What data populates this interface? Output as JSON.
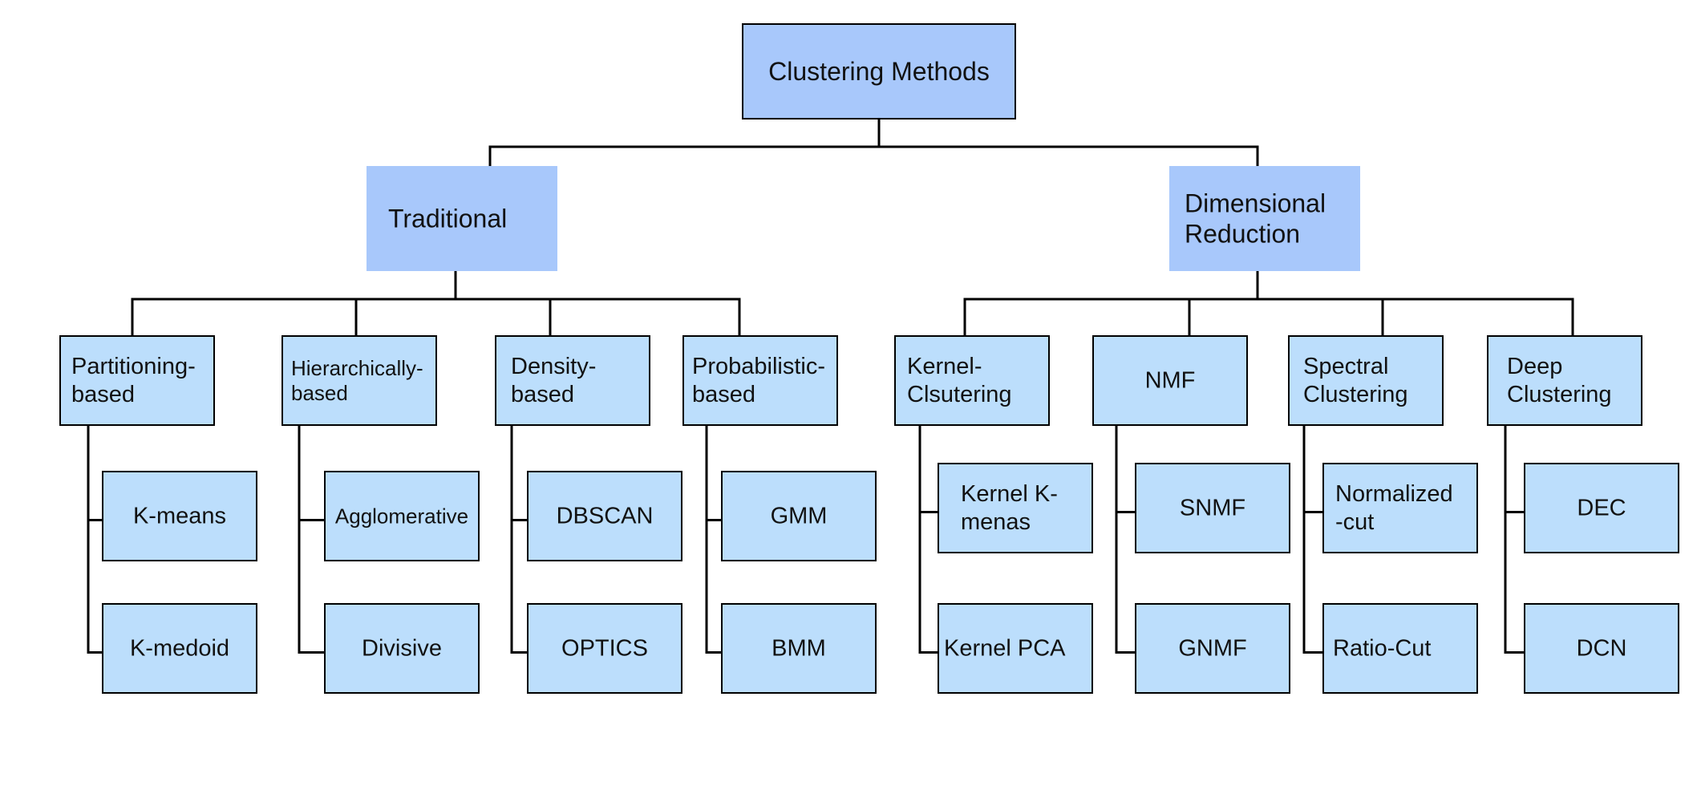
{
  "diagram": {
    "title": "Clustering Methods",
    "colors": {
      "root_fill": "#a8c8fb",
      "category_fill": "#a8c8fb",
      "method_fill": "#bcdefc",
      "leaf_fill": "#bcdefc",
      "border": "#000000",
      "line": "#000000"
    },
    "categories": [
      {
        "label": "Traditional",
        "methods": [
          {
            "label": "Partitioning-based",
            "examples": [
              "K-means",
              "K-medoid"
            ]
          },
          {
            "label": "Hierarchically-based",
            "examples": [
              "Agglomerative",
              "Divisive"
            ]
          },
          {
            "label": "Density-based",
            "examples": [
              "DBSCAN",
              "OPTICS"
            ]
          },
          {
            "label": "Probabilistic-based",
            "examples": [
              "GMM",
              "BMM"
            ]
          }
        ]
      },
      {
        "label": "Dimensional Reduction",
        "methods": [
          {
            "label": "Kernel-Clsutering",
            "examples": [
              "Kernel K-menas",
              "Kernel PCA"
            ]
          },
          {
            "label": "NMF",
            "examples": [
              "SNMF",
              "GNMF"
            ]
          },
          {
            "label": "Spectral Clustering",
            "examples": [
              "Normalized-cut",
              "Ratio-Cut"
            ]
          },
          {
            "label": "Deep Clustering",
            "examples": [
              "DEC",
              "DCN"
            ]
          }
        ]
      }
    ]
  }
}
